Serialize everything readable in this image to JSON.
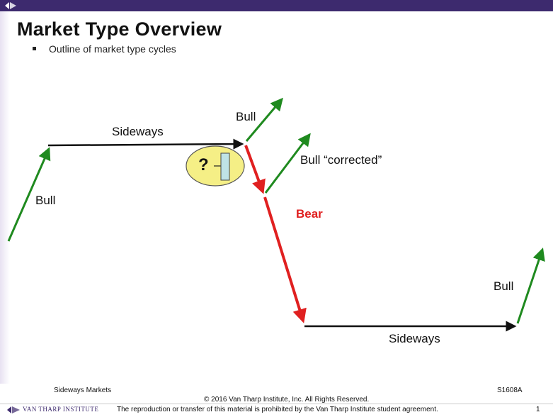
{
  "slide": {
    "title": "Market Type Overview",
    "bullet": "Outline of market type cycles"
  },
  "diagram": {
    "labels": {
      "bull_left": "Bull",
      "sideways_top": "Sideways",
      "bull_top": "Bull",
      "question": "?",
      "bull_corrected": "Bull “corrected”",
      "bear": "Bear",
      "sideways_bottom": "Sideways",
      "bull_right": "Bull"
    },
    "colors": {
      "bull": "#1f8a1f",
      "bear": "#e02020",
      "sideways": "#111111",
      "question_fill": "#f5ef86",
      "question_bracket": "#bfe3e6"
    }
  },
  "footer": {
    "topic": "Sideways Markets",
    "code": "S1608A",
    "copyright": "© 2016 Van Tharp Institute, Inc.  All Rights Reserved.",
    "brand": "VAN THARP INSTITUTE",
    "notice": "The reproduction or transfer of this material is prohibited by the Van Tharp Institute student agreement.",
    "page": "1"
  }
}
